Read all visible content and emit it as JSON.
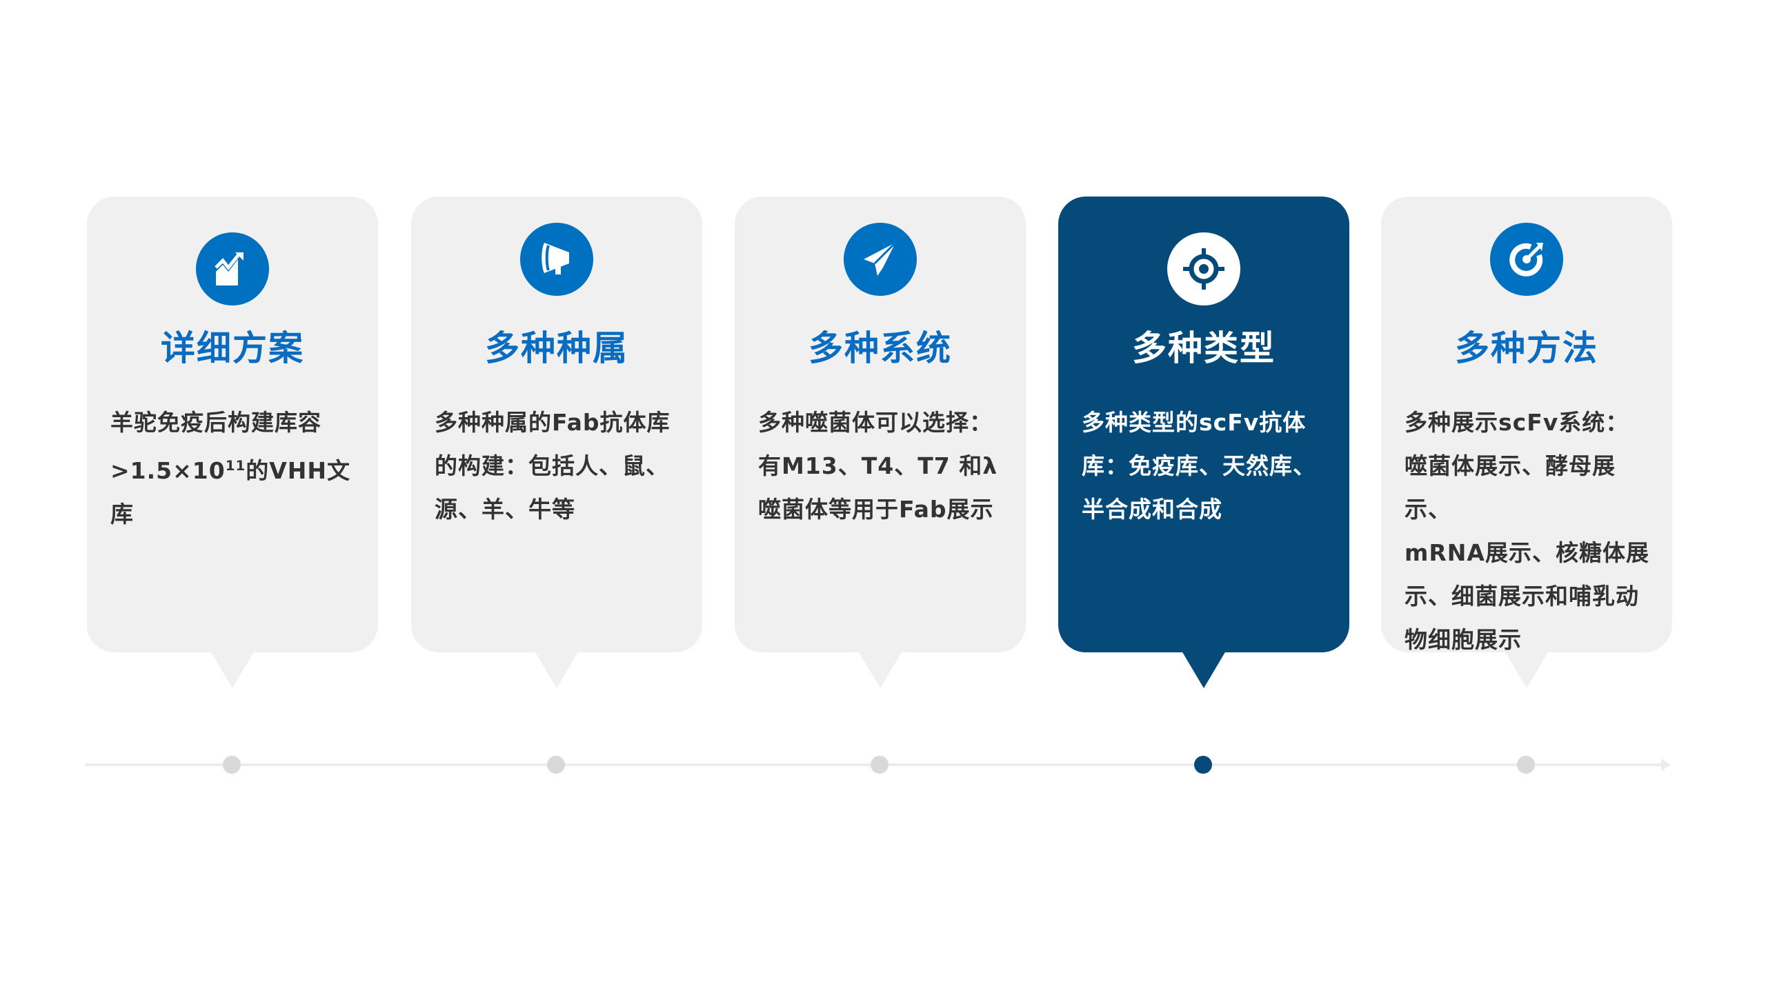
{
  "colors": {
    "accent": "#0070c0",
    "active": "#054a78",
    "card": "#f0f0f0",
    "dot": "#d9d9d9"
  },
  "cards": [
    {
      "icon": "chart-trend-icon",
      "title": "详细方案",
      "lines": [
        "羊驼免疫后构建库容",
        ">1.5×10",
        "11",
        "的VHH文库"
      ],
      "active": false
    },
    {
      "icon": "megaphone-icon",
      "title": "多种种属",
      "lines": [
        "多种种属的Fab抗体库",
        "的构建：包括人、鼠、",
        "源、羊、牛等"
      ],
      "active": false
    },
    {
      "icon": "paper-plane-icon",
      "title": "多种系统",
      "lines": [
        "多种噬菌体可以选择：",
        "有M13、T4、T7 和λ",
        "噬菌体等用于Fab展示"
      ],
      "active": false
    },
    {
      "icon": "crosshair-icon",
      "title": "多种类型",
      "lines": [
        "多种类型的scFv抗体",
        "库：免疫库、天然库、",
        "半合成和合成"
      ],
      "active": true
    },
    {
      "icon": "target-arrow-icon",
      "title": "多种方法",
      "lines": [
        "多种展示scFv系统：",
        "噬菌体展示、酵母展示、",
        "mRNA展示、核糖体展",
        "示、细菌展示和哺乳动",
        "物细胞展示"
      ],
      "active": false
    }
  ],
  "timeline": {
    "active_index": 3
  }
}
